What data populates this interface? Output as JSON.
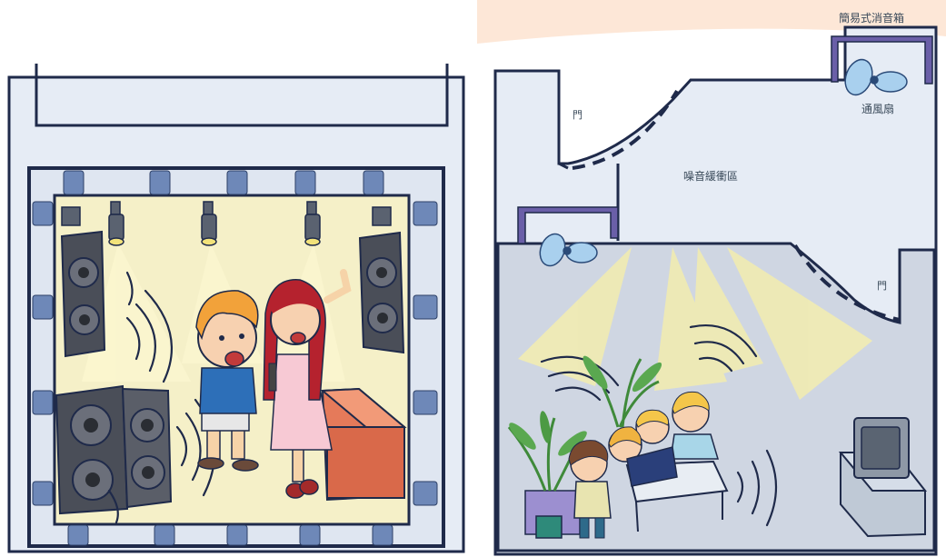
{
  "labels": {
    "muffler_box": "簡易式消音箱",
    "ventilation_fan": "通風扇",
    "door_top": "門",
    "noise_buffer_zone": "噪音緩衝區",
    "door_right": "門"
  },
  "colors": {
    "wall_stroke": "#1f2a4a",
    "room_fill": "#e6ecf5",
    "stage_fill": "#f5f0c8",
    "lamp_beam": "#f8f0a8",
    "foam_panel": "#6e88b8",
    "speaker": "#4a4e58",
    "sofa": "#e57a5a",
    "muffler_box": "#6a5fa8",
    "fan_blade": "#a9d0ee",
    "tv": "#bfc9d6"
  },
  "icons": [
    "spotlight-icon",
    "speaker-icon",
    "fan-icon",
    "sound-wave-icon",
    "plant-icon",
    "tv-icon"
  ]
}
